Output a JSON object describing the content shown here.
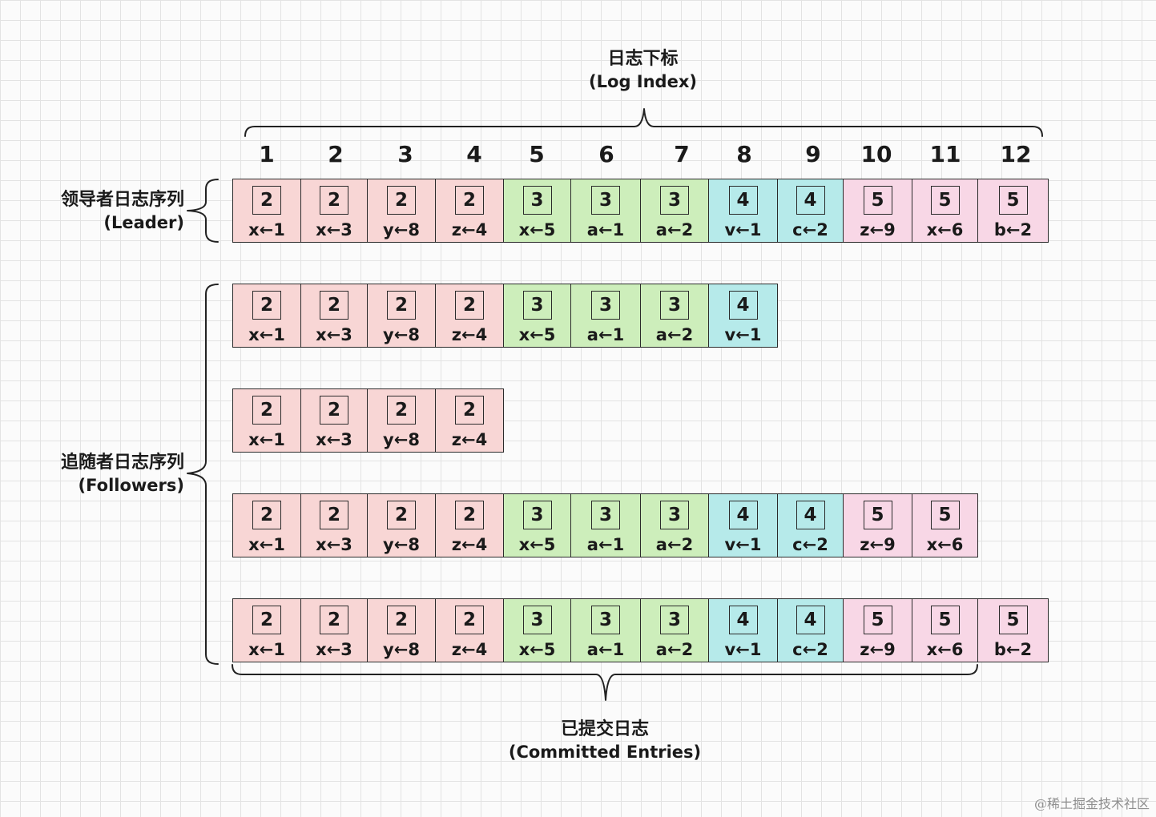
{
  "captions": {
    "log_index": {
      "line1": "日志下标",
      "line2": "(Log Index)"
    },
    "leader": {
      "line1": "领导者日志序列",
      "line2": "(Leader)"
    },
    "followers": {
      "line1": "追随者日志序列",
      "line2": "(Followers)"
    },
    "committed": {
      "line1": "已提交日志",
      "line2": "(Committed Entries)"
    }
  },
  "indices": [
    "1",
    "2",
    "3",
    "4",
    "5",
    "6",
    "7",
    "8",
    "9",
    "10",
    "11",
    "12"
  ],
  "term_colors": {
    "2": "#f8d6d5",
    "3": "#cdeebb",
    "4": "#b6eaea",
    "5": "#f8d7e6"
  },
  "leader_log": [
    {
      "term": "2",
      "command": "x←1"
    },
    {
      "term": "2",
      "command": "x←3"
    },
    {
      "term": "2",
      "command": "y←8"
    },
    {
      "term": "2",
      "command": "z←4"
    },
    {
      "term": "3",
      "command": "x←5"
    },
    {
      "term": "3",
      "command": "a←1"
    },
    {
      "term": "3",
      "command": "a←2"
    },
    {
      "term": "4",
      "command": "v←1"
    },
    {
      "term": "4",
      "command": "c←2"
    },
    {
      "term": "5",
      "command": "z←9"
    },
    {
      "term": "5",
      "command": "x←6"
    },
    {
      "term": "5",
      "command": "b←2"
    }
  ],
  "follower_logs": [
    [
      {
        "term": "2",
        "command": "x←1"
      },
      {
        "term": "2",
        "command": "x←3"
      },
      {
        "term": "2",
        "command": "y←8"
      },
      {
        "term": "2",
        "command": "z←4"
      },
      {
        "term": "3",
        "command": "x←5"
      },
      {
        "term": "3",
        "command": "a←1"
      },
      {
        "term": "3",
        "command": "a←2"
      },
      {
        "term": "4",
        "command": "v←1"
      }
    ],
    [
      {
        "term": "2",
        "command": "x←1"
      },
      {
        "term": "2",
        "command": "x←3"
      },
      {
        "term": "2",
        "command": "y←8"
      },
      {
        "term": "2",
        "command": "z←4"
      }
    ],
    [
      {
        "term": "2",
        "command": "x←1"
      },
      {
        "term": "2",
        "command": "x←3"
      },
      {
        "term": "2",
        "command": "y←8"
      },
      {
        "term": "2",
        "command": "z←4"
      },
      {
        "term": "3",
        "command": "x←5"
      },
      {
        "term": "3",
        "command": "a←1"
      },
      {
        "term": "3",
        "command": "a←2"
      },
      {
        "term": "4",
        "command": "v←1"
      },
      {
        "term": "4",
        "command": "c←2"
      },
      {
        "term": "5",
        "command": "z←9"
      },
      {
        "term": "5",
        "command": "x←6"
      }
    ],
    [
      {
        "term": "2",
        "command": "x←1"
      },
      {
        "term": "2",
        "command": "x←3"
      },
      {
        "term": "2",
        "command": "y←8"
      },
      {
        "term": "2",
        "command": "z←4"
      },
      {
        "term": "3",
        "command": "x←5"
      },
      {
        "term": "3",
        "command": "a←1"
      },
      {
        "term": "3",
        "command": "a←2"
      },
      {
        "term": "4",
        "command": "v←1"
      },
      {
        "term": "4",
        "command": "c←2"
      },
      {
        "term": "5",
        "command": "z←9"
      },
      {
        "term": "5",
        "command": "x←6"
      },
      {
        "term": "5",
        "command": "b←2"
      }
    ]
  ],
  "watermark": "@稀土掘金技术社区"
}
